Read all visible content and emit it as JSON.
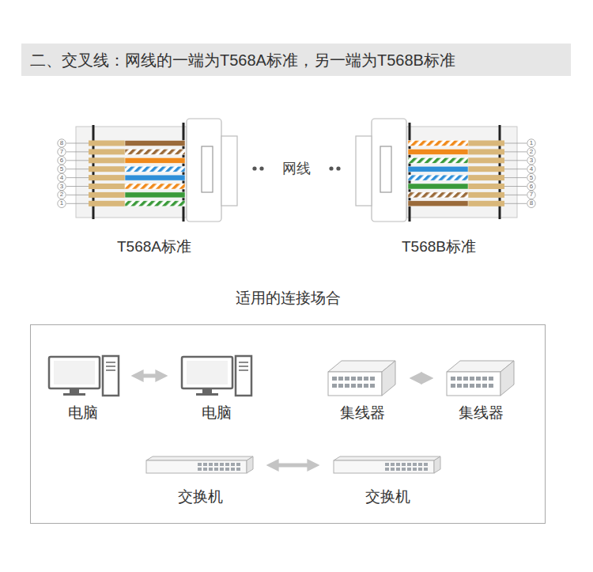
{
  "diagram": {
    "title": "二、交叉线：网线的一端为T568A标准，另一端为T568B标准",
    "nodes": [
      {
        "text": [
          "适用的连接场合"
        ]
      },
      {
        "text": [
          "电脑"
        ],
        "in": 0
      },
      {
        "text": [
          "电脑"
        ],
        "in": 0
      },
      {
        "text": [
          "集线器"
        ],
        "in": 0
      },
      {
        "text": [
          "集线器"
        ],
        "in": 0
      },
      {
        "text": [
          "交换机"
        ],
        "in": 0
      },
      {
        "text": [
          "交换机"
        ],
        "in": 0
      }
    ],
    "edges": [
      {
        "from": 1,
        "to": 2,
        "arrow": "both"
      },
      {
        "from": 3,
        "to": 4,
        "arrow": "both"
      },
      {
        "from": 5,
        "to": 6,
        "arrow": "both"
      }
    ],
    "labels": [
      "8",
      "7",
      "6",
      "5",
      "4",
      "3",
      "2",
      "1",
      "网线",
      "1",
      "2",
      "3",
      "4",
      "5",
      "6",
      "7",
      "8",
      "T568A标准",
      "T568B标准"
    ]
  }
}
